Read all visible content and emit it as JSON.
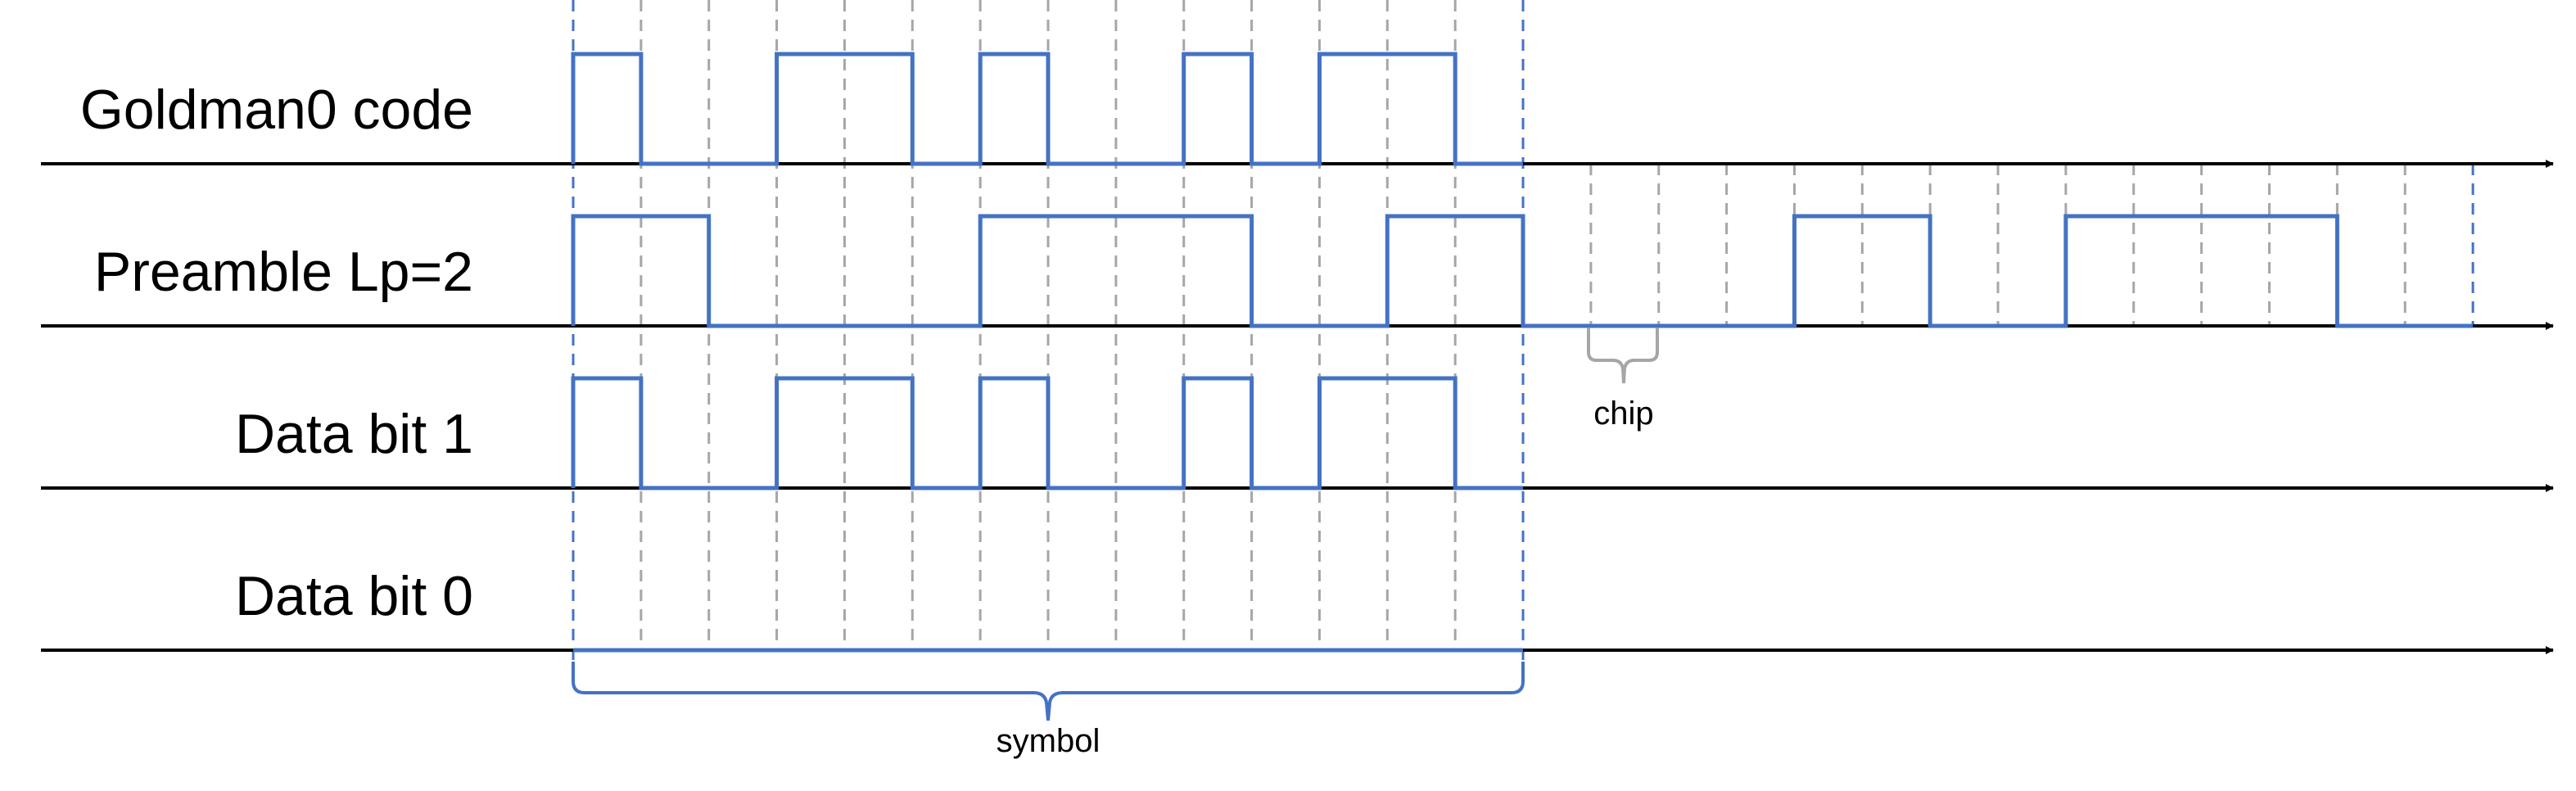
{
  "colors": {
    "wave": "#4472c4",
    "guide": "#a6a6a6",
    "axis": "#000000",
    "chip_brace": "#a6a6a6"
  },
  "rows": [
    {
      "id": "goldman0-code",
      "label": "Goldman0 code",
      "bits": [
        1,
        0,
        0,
        1,
        1,
        0,
        1,
        0,
        0,
        1,
        0,
        1,
        1,
        0
      ],
      "guides": "symbol"
    },
    {
      "id": "preamble",
      "label": "Preamble Lp=2",
      "bits": [
        1,
        1,
        0,
        0,
        0,
        0,
        1,
        1,
        1,
        1,
        0,
        0,
        1,
        1,
        0,
        0,
        0,
        0,
        1,
        1,
        0,
        0,
        1,
        1,
        1,
        1,
        0,
        0
      ],
      "guides": "extended"
    },
    {
      "id": "data-bit-1",
      "label": "Data bit 1",
      "bits": [
        1,
        0,
        0,
        1,
        1,
        0,
        1,
        0,
        0,
        1,
        0,
        1,
        1,
        0
      ],
      "guides": "symbol"
    },
    {
      "id": "data-bit-0",
      "label": "Data bit 0",
      "bits": [
        0,
        0,
        0,
        0,
        0,
        0,
        0,
        0,
        0,
        0,
        0,
        0,
        0,
        0
      ],
      "guides": "symbol"
    }
  ],
  "annotations": {
    "chip": "chip",
    "symbol": "symbol"
  }
}
